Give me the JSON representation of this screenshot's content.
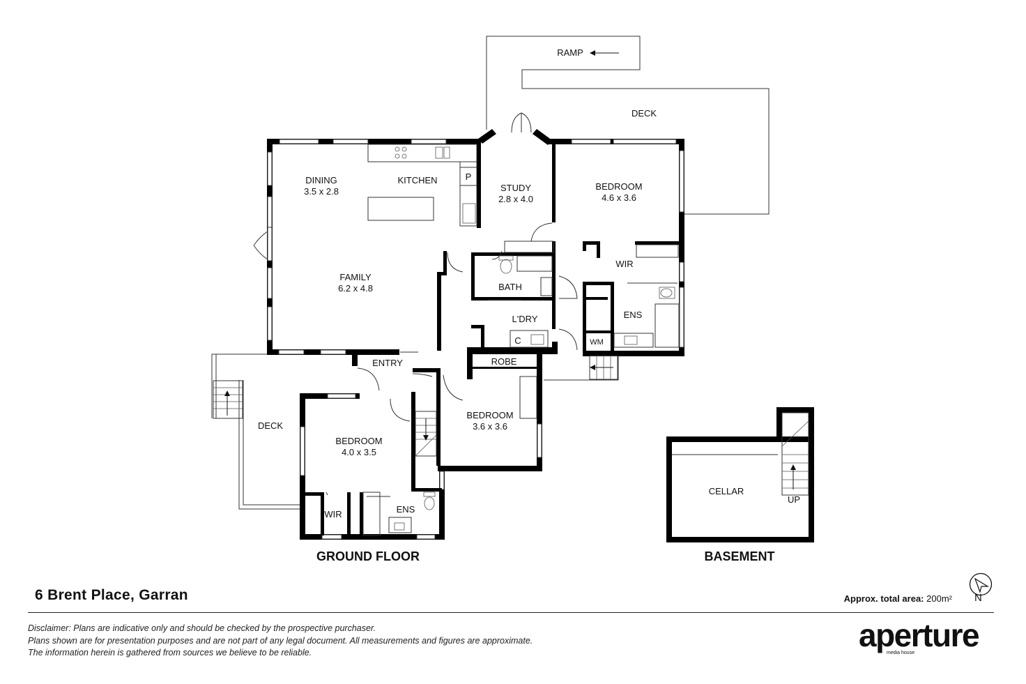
{
  "ground_floor": {
    "title": "GROUND FLOOR",
    "rooms": {
      "ramp": "RAMP",
      "deck_top": "DECK",
      "dining": "DINING",
      "dining_size": "3.5 x 2.8",
      "kitchen": "KITCHEN",
      "pantry": "P",
      "study": "STUDY",
      "study_size": "2.8 x 4.0",
      "bedroom_main": "BEDROOM",
      "bedroom_main_size": "4.6 x 3.6",
      "wir_main": "WIR",
      "ens_main": "ENS",
      "wm": "WM",
      "family": "FAMILY",
      "family_size": "6.2 x 4.8",
      "bath": "BATH",
      "laundry": "L'DRY",
      "cupboard": "C",
      "entry": "ENTRY",
      "robe": "ROBE",
      "bedroom_mid": "BEDROOM",
      "bedroom_mid_size": "3.6 x 3.6",
      "deck_left": "DECK",
      "bedroom_left": "BEDROOM",
      "bedroom_left_size": "4.0 x 3.5",
      "wir_left": "WIR",
      "ens_left": "ENS"
    }
  },
  "basement": {
    "title": "BASEMENT",
    "rooms": {
      "cellar": "CELLAR",
      "up": "UP"
    }
  },
  "footer": {
    "address": "6 Brent Place, Garran",
    "area_label": "Approx. total area:",
    "area_value": "200m²",
    "north": "N",
    "disclaimer_label": "Disclaimer:",
    "disclaimer_line1": " Plans are indicative only and should be checked by the prospective purchaser.",
    "disclaimer_line2": "Plans shown are for presentation purposes and are not part of any legal document. All measurements and figures are approximate.",
    "disclaimer_line3": "The information herein is gathered from sources we believe to be reliable.",
    "logo_main": "aperture",
    "logo_sub": "media house"
  },
  "icons": [
    "north-arrow-icon",
    "stairs-arrow-icon",
    "ramp-arrow-icon",
    "door-swing-icon"
  ]
}
